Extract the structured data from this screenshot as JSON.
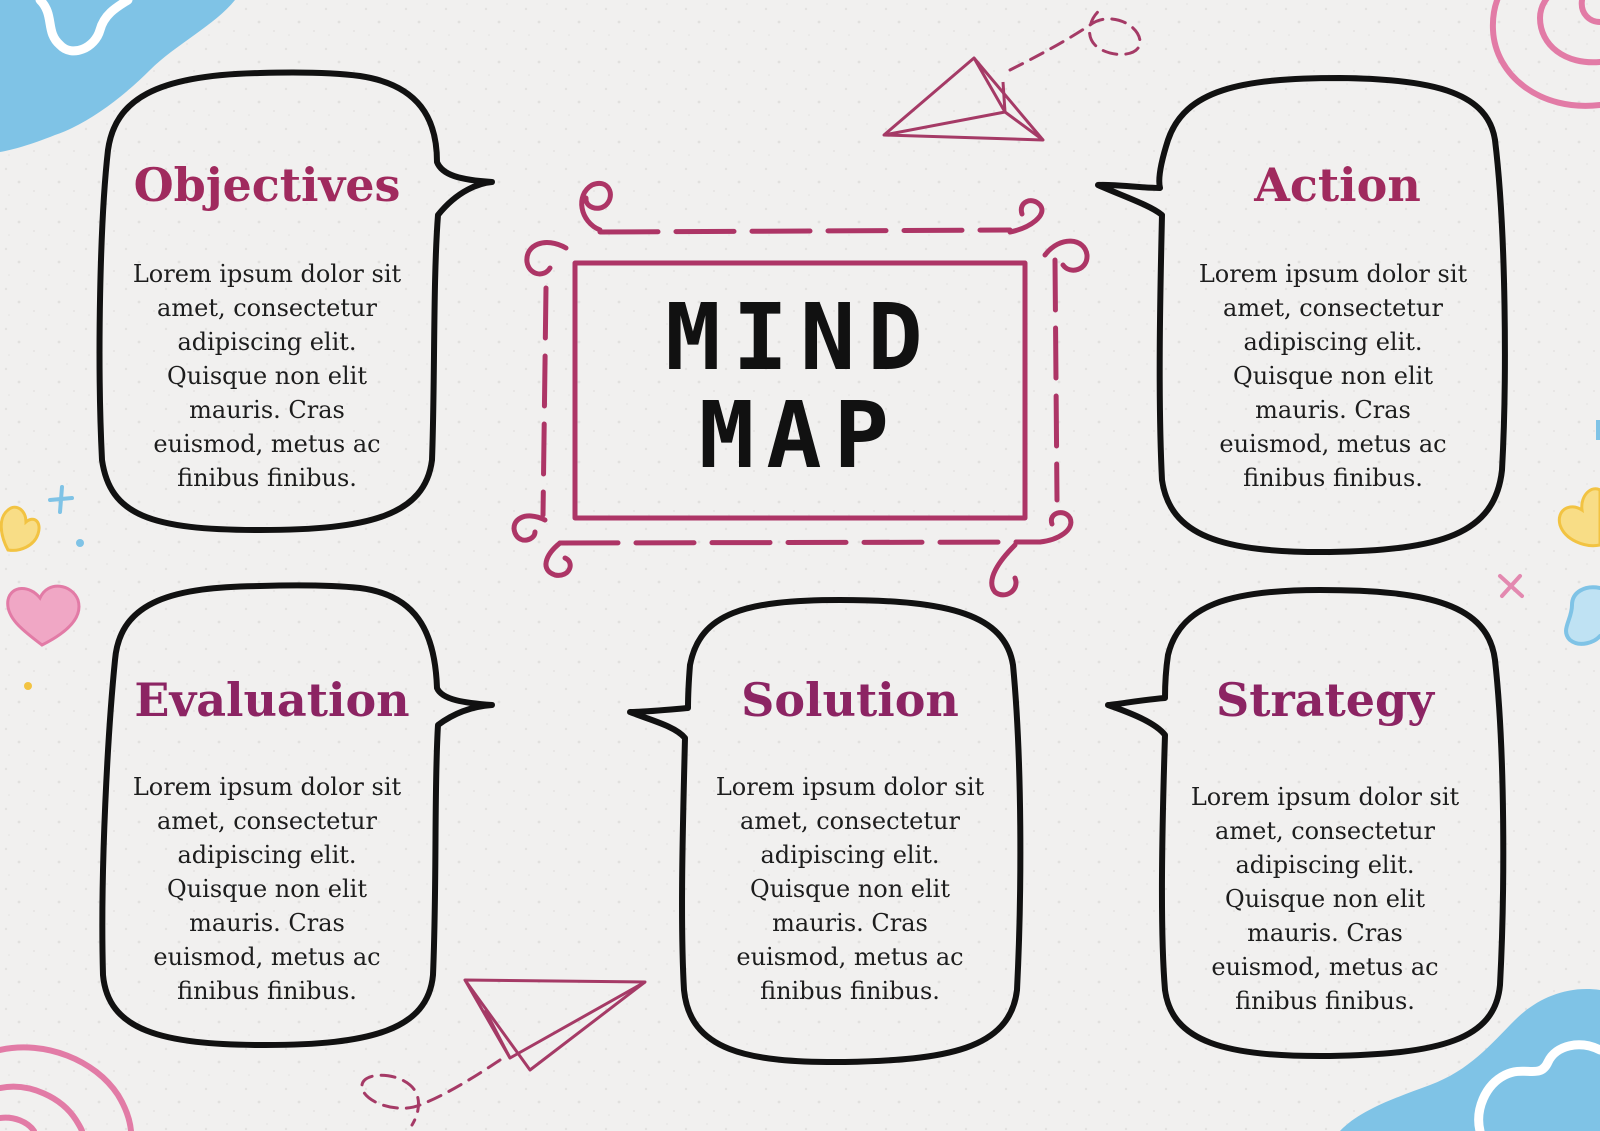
{
  "center": {
    "line1": "MIND",
    "line2": "MAP"
  },
  "bubbles": {
    "objectives": {
      "title": "Objectives",
      "body": "Lorem ipsum dolor sit amet, consectetur adipiscing elit. Quisque non elit mauris. Cras euismod, metus ac finibus finibus."
    },
    "action": {
      "title": "Action",
      "body": "Lorem ipsum dolor sit amet, consectetur adipiscing elit. Quisque non elit mauris. Cras euismod, metus ac finibus finibus."
    },
    "evaluation": {
      "title": "Evaluation",
      "body": "Lorem ipsum dolor sit amet, consectetur adipiscing elit. Quisque non elit mauris. Cras euismod, metus ac finibus finibus."
    },
    "solution": {
      "title": "Solution",
      "body": "Lorem ipsum dolor sit amet, consectetur adipiscing elit. Quisque non elit mauris. Cras euismod, metus ac finibus finibus."
    },
    "strategy": {
      "title": "Strategy",
      "body": "Lorem ipsum dolor sit amet, consectetur adipiscing elit. Quisque non elit mauris. Cras euismod, metus ac finibus finibus."
    }
  },
  "colors": {
    "background": "#f1f0ef",
    "title": "#a02a5e",
    "frame": "#ad3566",
    "outline": "#111111",
    "text": "#1d1d1d",
    "blue_blob": "#7fc3e6",
    "pink": "#e389b0",
    "yellow": "#f6cf6a"
  },
  "icons": [
    "paper-plane-icon",
    "dashed-trail-icon",
    "blue-blob-icon",
    "pink-spiral-icon",
    "pink-heart-icon",
    "yellow-heart-icon",
    "sparkle-icon",
    "cross-icon"
  ]
}
